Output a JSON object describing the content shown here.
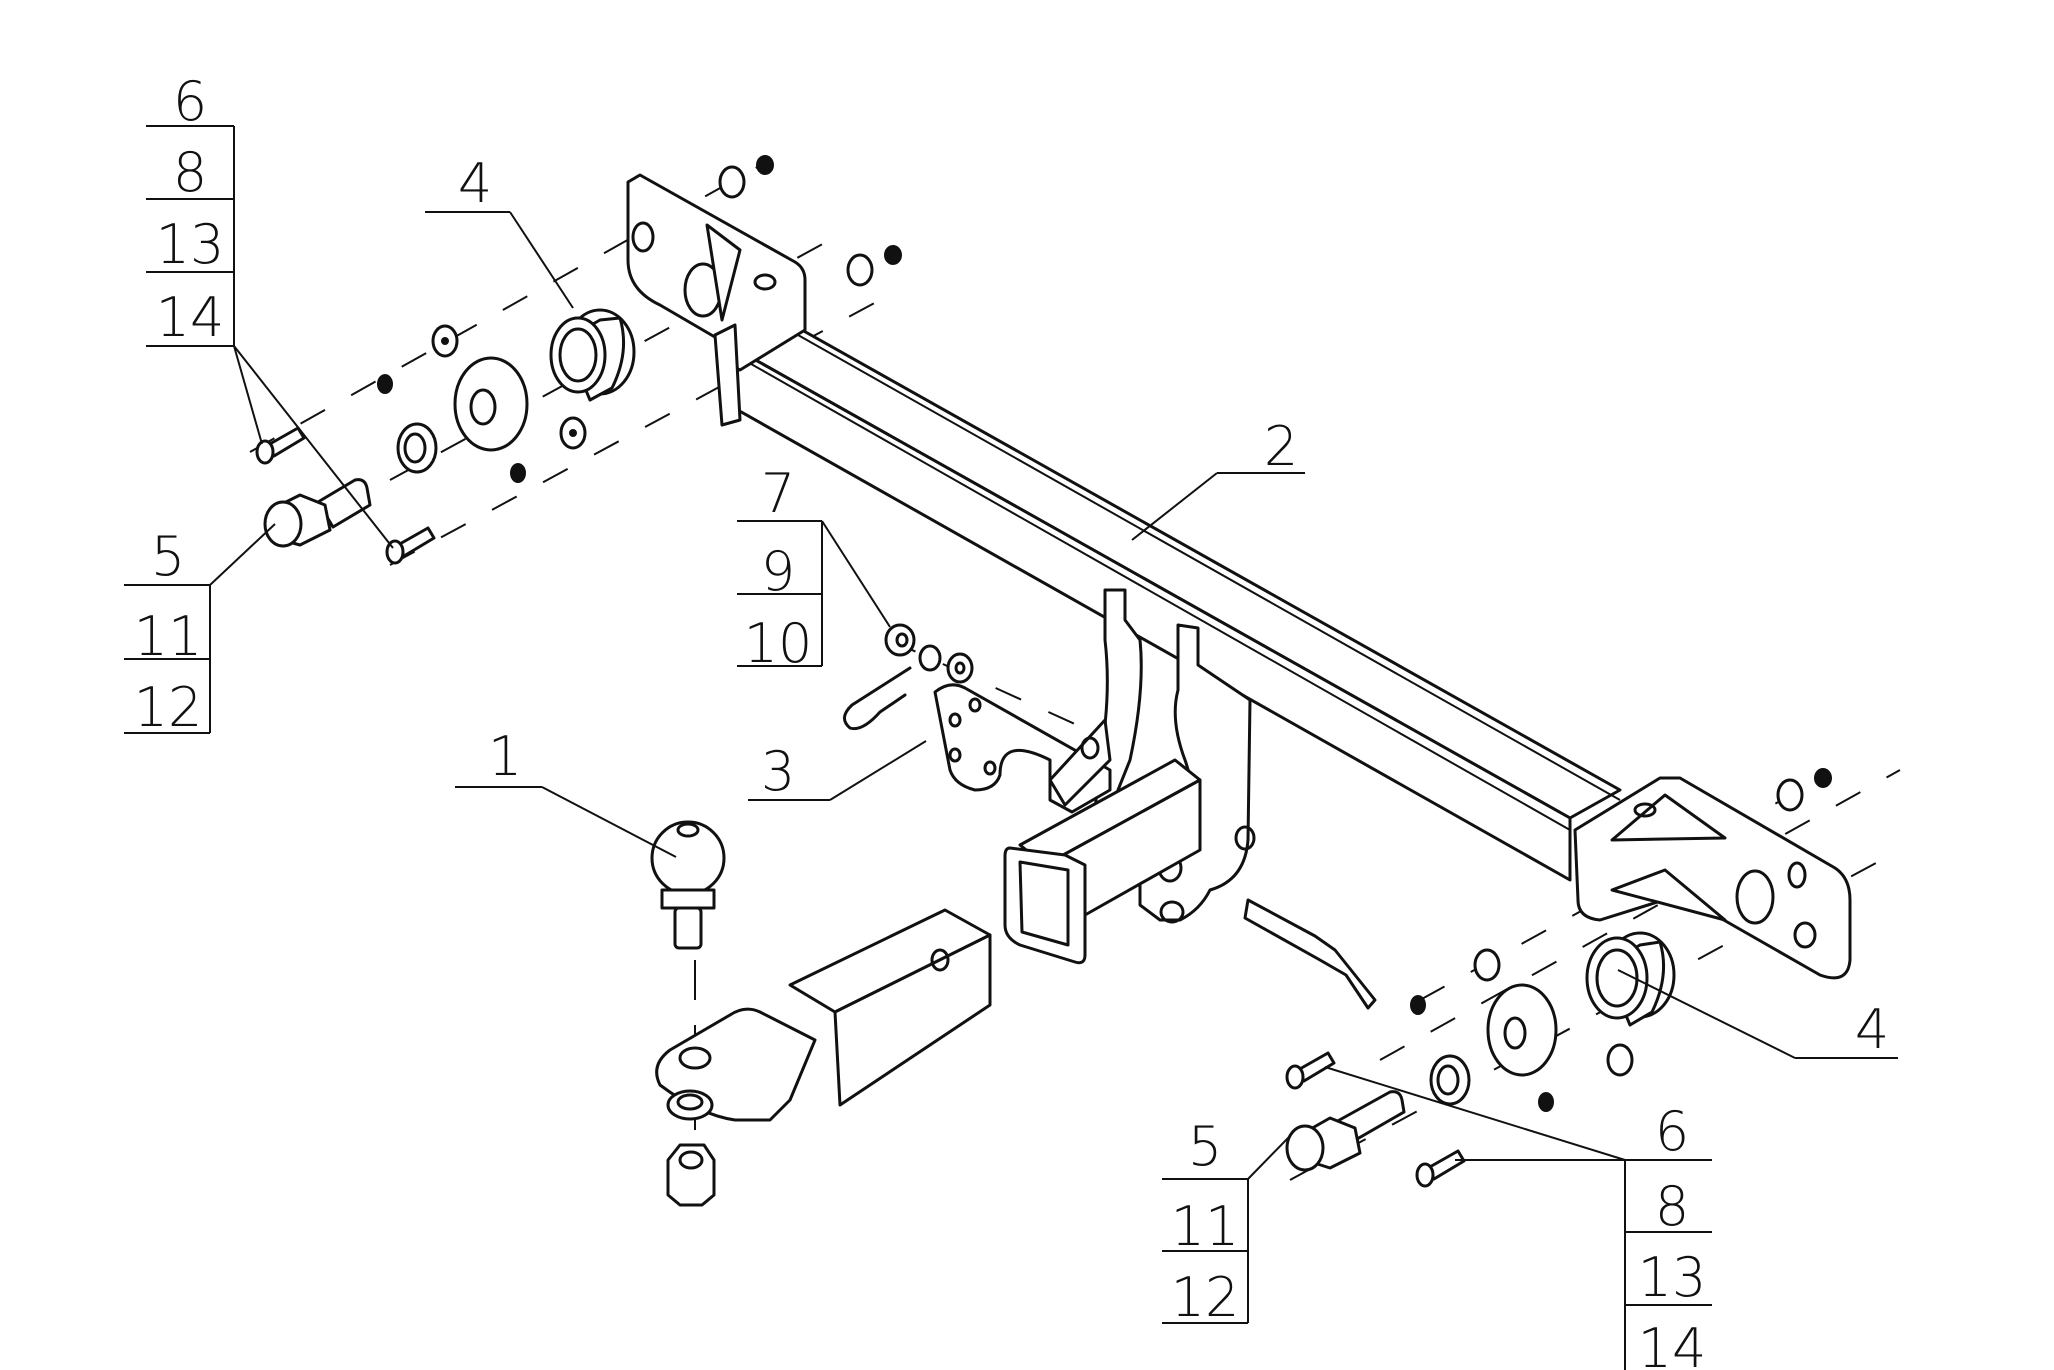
{
  "diagram": {
    "type": "exploded-parts-diagram",
    "subject": "tow hitch assembly",
    "line_color": "#111111",
    "background": "#ffffff"
  },
  "callouts": {
    "ball": {
      "label": "1"
    },
    "crossbar": {
      "label": "2"
    },
    "socket_bracket": {
      "label": "3"
    },
    "spacer_left": {
      "label": "4"
    },
    "spacer_right": {
      "label": "4"
    },
    "bolt_group_left": {
      "rows": [
        "5",
        "11",
        "12"
      ]
    },
    "bolt_group_right": {
      "rows": [
        "5",
        "11",
        "12"
      ]
    },
    "fastener_group_left": {
      "rows": [
        "6",
        "8",
        "13",
        "14"
      ]
    },
    "fastener_group_right": {
      "rows": [
        "6",
        "8",
        "13",
        "14"
      ]
    },
    "nut_group": {
      "rows": [
        "7",
        "9",
        "10"
      ]
    }
  }
}
